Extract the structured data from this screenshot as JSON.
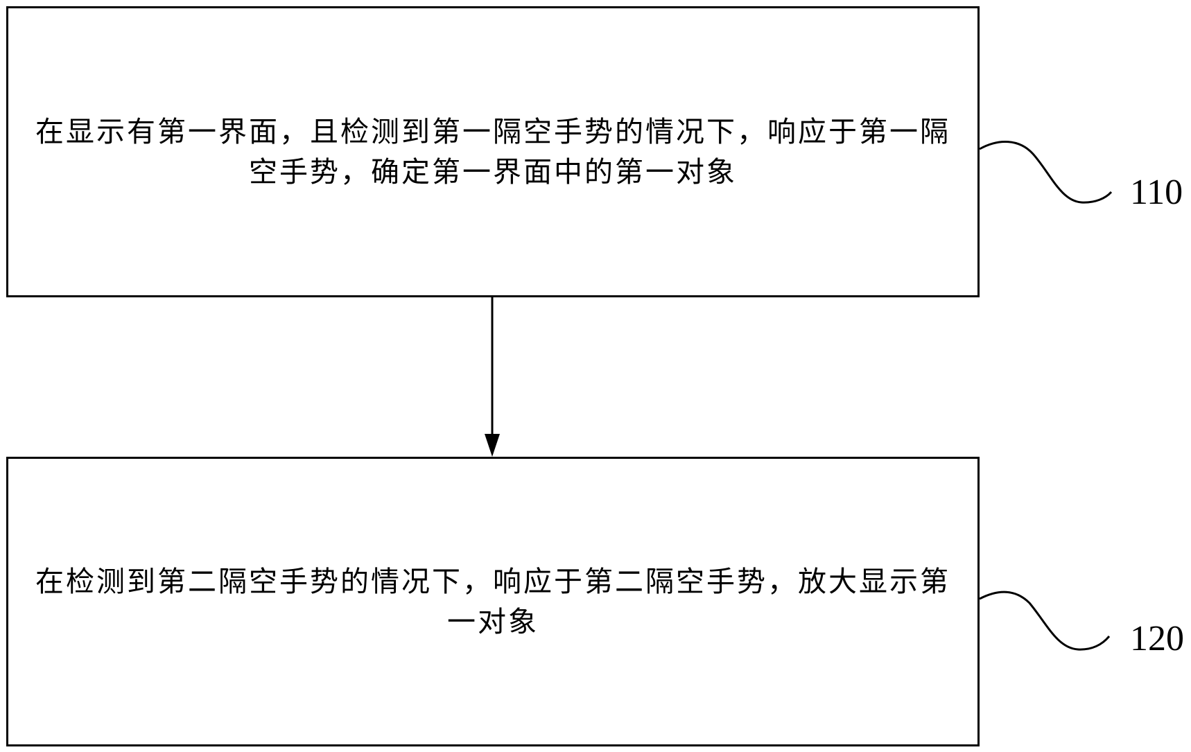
{
  "diagram": {
    "type": "flowchart",
    "steps": [
      {
        "id": "110",
        "ref_label": "110",
        "text": "在显示有第一界面，且检测到第一隔空手势的情况下，响应于第一隔空手势，确定第一界面中的第一对象"
      },
      {
        "id": "120",
        "ref_label": "120",
        "text": "在检测到第二隔空手势的情况下，响应于第二隔空手势，放大显示第一对象"
      }
    ],
    "edges": [
      {
        "from": "110",
        "to": "120",
        "style": "solid-arrow-down"
      }
    ],
    "colors": {
      "line": "#000000",
      "background": "#ffffff",
      "text": "#000000"
    }
  }
}
